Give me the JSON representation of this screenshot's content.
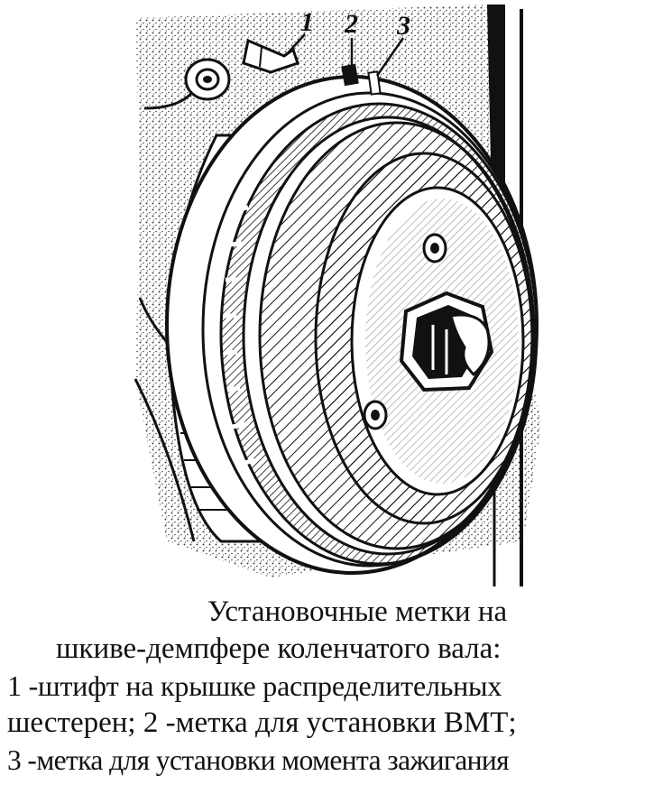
{
  "callouts": [
    "1",
    "2",
    "3"
  ],
  "caption": {
    "line1": "Установочные метки на",
    "line2": "шкиве-демпфере  коленчатого вала:",
    "line3": "1 -штифт на крышке распределительных",
    "line4": "шестерен; 2 -метка для установки ВМТ;",
    "line5": "3 -метка для установки момента зажигания"
  }
}
